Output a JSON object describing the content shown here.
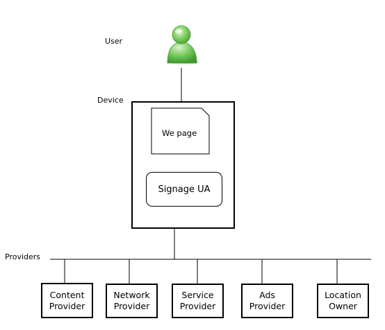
{
  "labels": {
    "user": "User",
    "device": "Device",
    "providers": "Providers"
  },
  "device": {
    "web_page": "We page",
    "signage_ua": "Signage UA"
  },
  "providers": [
    {
      "label": "Content\nProvider"
    },
    {
      "label": "Network\nProvider"
    },
    {
      "label": "Service\nProvider"
    },
    {
      "label": "Ads\nProvider"
    },
    {
      "label": "Location\nOwner"
    }
  ],
  "icons": {
    "user": "user-icon",
    "web_page": "document-icon"
  },
  "colors": {
    "user_icon": "#7ccc62"
  }
}
